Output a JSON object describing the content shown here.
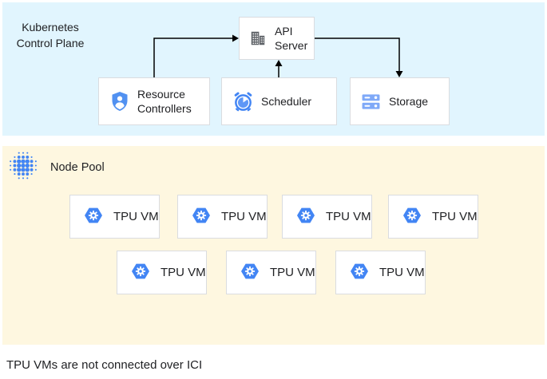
{
  "control_plane": {
    "label": "Kubernetes Control Plane",
    "nodes": {
      "api_server": {
        "label": "API Server",
        "icon": "building-icon"
      },
      "resource_controllers": {
        "label": "Resource Controllers",
        "icon": "shield-person-icon"
      },
      "scheduler": {
        "label": "Scheduler",
        "icon": "alarm-clock-icon"
      },
      "storage": {
        "label": "Storage",
        "icon": "server-rack-icon"
      }
    },
    "edges": [
      {
        "from": "resource_controllers",
        "to": "api_server"
      },
      {
        "from": "scheduler",
        "to": "api_server"
      },
      {
        "from": "api_server",
        "to": "storage"
      }
    ]
  },
  "node_pool": {
    "label": "Node Pool",
    "icon": "halftone-dots-icon",
    "tpu_icon": "tpu-hexagon-icon",
    "tpu_vms": [
      {
        "label": "TPU VM"
      },
      {
        "label": "TPU VM"
      },
      {
        "label": "TPU VM"
      },
      {
        "label": "TPU VM"
      },
      {
        "label": "TPU VM"
      },
      {
        "label": "TPU VM"
      },
      {
        "label": "TPU VM"
      }
    ]
  },
  "caption": "TPU VMs are not connected over ICI",
  "colors": {
    "control_plane_bg": "#E1F5FE",
    "node_pool_bg": "#FEF7E0",
    "node_bg": "#FFFFFF",
    "node_border": "#DADCE0",
    "arrow": "#000000",
    "text": "#202124",
    "google_blue": "#4285F4",
    "shield_blue": "#5191F1",
    "storage_blue": "#7FA9F8",
    "icon_gray": "#5F6368"
  }
}
